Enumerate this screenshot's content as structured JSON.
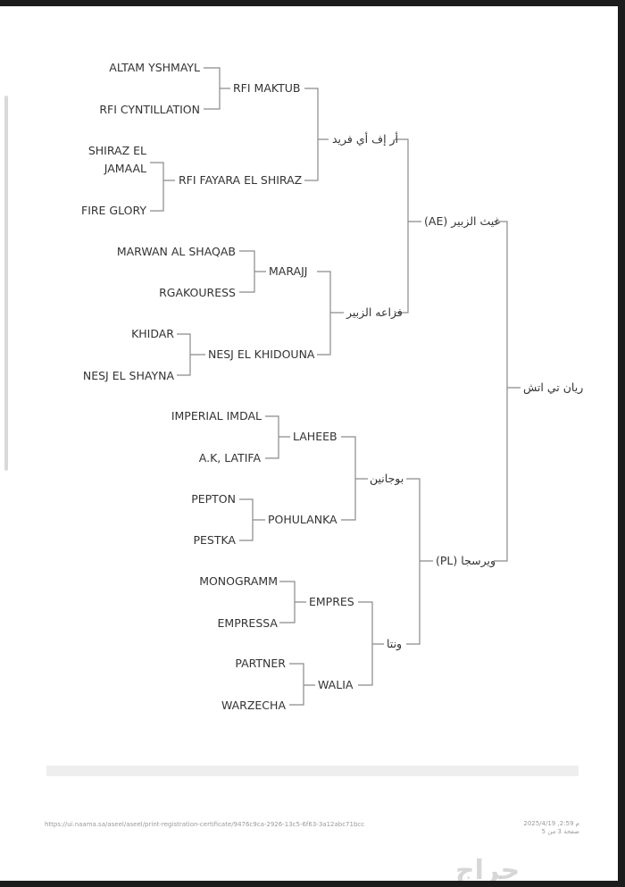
{
  "pedigree": {
    "subject": "ريان تي اتش",
    "sire": "غيث الزبير (AE)",
    "dam": "ويرسجا (PL)",
    "sire_sire": "أر إف أي فريد",
    "sire_dam": "فزاعه الزبير",
    "dam_sire": "بوجانين",
    "dam_dam": "ونتا",
    "g3": [
      "RFI MAKTUB",
      "RFI FAYARA EL SHIRAZ",
      "MARAJJ",
      "NESJ EL KHIDOUNA",
      "LAHEEB",
      "POHULANKA",
      "EMPRES",
      "WALIA"
    ],
    "g4": [
      "ALTAM YSHMAYL",
      "RFI CYNTILLATION",
      "SHIRAZ EL",
      "JAMAAL",
      "FIRE GLORY",
      "MARWAN AL SHAQAB",
      "RGAKOURESS",
      "KHIDAR",
      "NESJ EL SHAYNA",
      "IMPERIAL IMDAL",
      "A.K, LATIFA",
      "PEPTON",
      "PESTKA",
      "MONOGRAMM",
      "EMPRESSA",
      "PARTNER",
      "WARZECHA"
    ]
  },
  "footer": {
    "url": "https://ui.naama.sa/aseel/aseel/print-registration-certificate/9476c9ca-2926-13c5-6f63-3a12abc71bcc",
    "date": "2025/4/19 ,2:59 م",
    "page": "صفحة 3 من 5"
  },
  "watermark": "حراج"
}
